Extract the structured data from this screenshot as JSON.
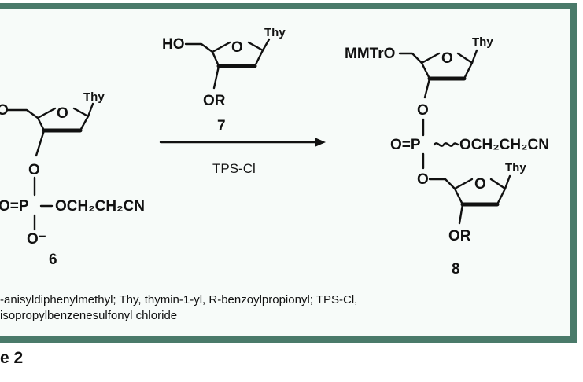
{
  "labels": {
    "ho": "O",
    "thy": "Thy",
    "o_link": "O",
    "p_eq_o": "O=P",
    "p_ester": "OCH₂CH₂CN",
    "o_minus": "O⁻",
    "num6": "6",
    "ho7": "HO",
    "or": "OR",
    "num7": "7",
    "reagent": "TPS-Cl",
    "mmtr": "MMTrO",
    "p8": "O=P",
    "p8_ester": "OCH₂CH₂CN",
    "num8": "8",
    "ring_o": "O"
  },
  "caption": {
    "line1": "-anisyldiphenylmethyl; Thy, thymin-1-yl, R-benzoylpropionyl; TPS-Cl,",
    "line2": "isopropylbenzenesulfonyl chloride"
  },
  "scheme_label": "e 2",
  "colors": {
    "border": "#4a7a6a",
    "panel": "#f7fbf9"
  }
}
